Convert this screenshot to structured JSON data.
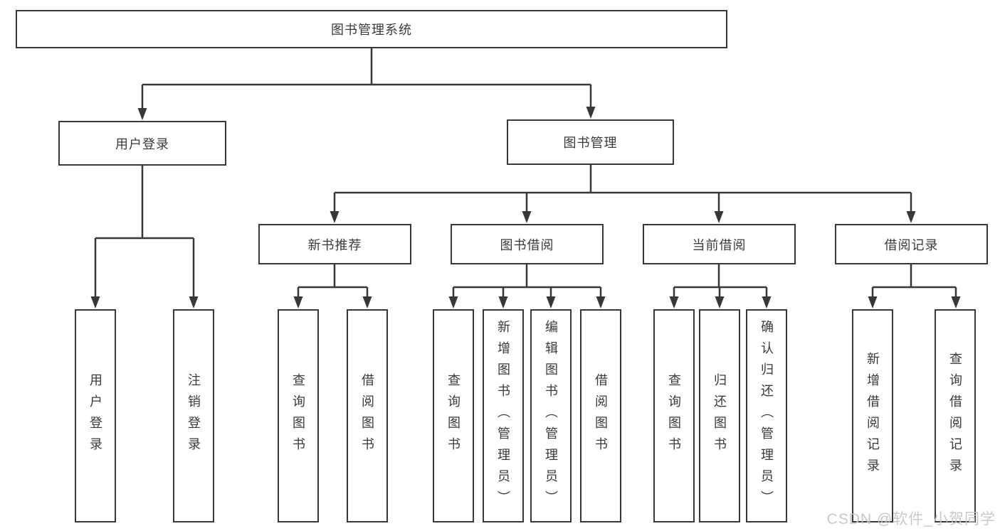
{
  "diagram": {
    "root": "图书管理系统",
    "level2": {
      "user_login": "用户登录",
      "book_mgmt": "图书管理"
    },
    "level3": {
      "new_books": "新书推荐",
      "book_borrow": "图书借阅",
      "current_borrow": "当前借阅",
      "borrow_records": "借阅记录"
    },
    "leaves": {
      "user_login": [
        "用户登录",
        "注销登录"
      ],
      "new_books": [
        "查询图书",
        "借阅图书"
      ],
      "book_borrow": [
        "查询图书",
        "新增图书（管理员）",
        "编辑图书（管理员）",
        "借阅图书"
      ],
      "current_borrow": [
        "查询图书",
        "归还图书",
        "确认归还（管理员）"
      ],
      "borrow_records": [
        "新增借阅记录",
        "查询借阅记录"
      ]
    }
  },
  "watermark": "CSDN @软件_小贺同学",
  "colors": {
    "line": "#383838",
    "text": "#3a3a3a",
    "watermark": "#c6c6c6",
    "background": "#ffffff"
  }
}
